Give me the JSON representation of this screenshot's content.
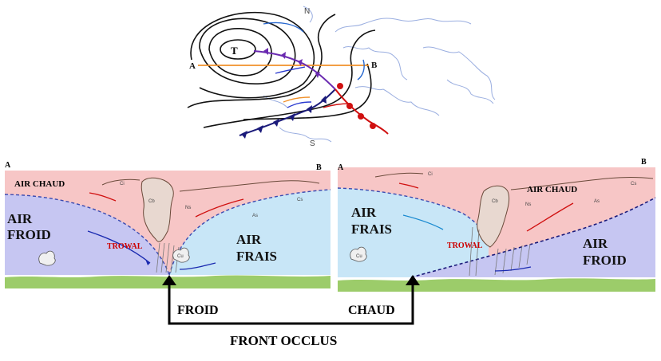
{
  "map": {
    "point_a": "A",
    "point_b": "B",
    "north": "N",
    "south": "S",
    "low": "T"
  },
  "left_panel": {
    "corner_a": "A",
    "corner_b": "B",
    "air_chaud": "AIR CHAUD",
    "air_froid_1": "AIR",
    "air_froid_2": "FROID",
    "air_frais_1": "AIR",
    "air_frais_2": "FRAIS",
    "trowal": "TROWAL",
    "cloud_ci": "Ci",
    "cloud_cs": "Cs",
    "cloud_ns": "Ns",
    "cloud_as": "As",
    "cloud_cb": "Cb",
    "cloud_cu": "Cu"
  },
  "right_panel": {
    "corner_a": "A",
    "corner_b": "B",
    "air_chaud": "AIR CHAUD",
    "air_frais_1": "AIR",
    "air_frais_2": "FRAIS",
    "air_froid_1": "AIR",
    "air_froid_2": "FROID",
    "trowal": "TROWAL",
    "cloud_ci": "Ci",
    "cloud_cs": "Cs",
    "cloud_ns": "Ns",
    "cloud_as": "As",
    "cloud_cb": "Cb",
    "cloud_cu": "Cu"
  },
  "bottom": {
    "froid": "FROID",
    "chaud": "CHAUD",
    "front_occlus": "FRONT OCCLUS"
  },
  "colors": {
    "warm_air": "#f7c6c6",
    "cold_air": "#c6c6f2",
    "cool_air": "#c8e6f7",
    "ground": "#9ccc6a",
    "trowal": "#cc0000"
  }
}
